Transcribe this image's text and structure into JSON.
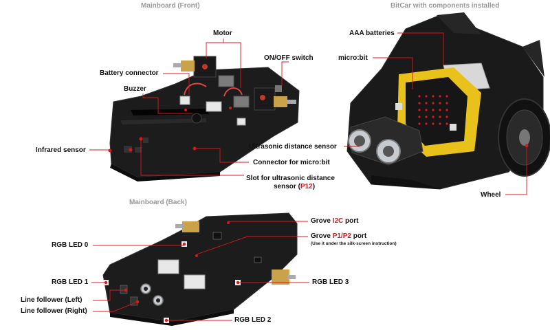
{
  "headers": {
    "front": "Mainboard (Front)",
    "car": "BitCar with components installed",
    "back": "Mainboard (Back)"
  },
  "front_labels": {
    "motor": "Motor",
    "battery_connector": "Battery connector",
    "onoff_switch": "ON/OFF switch",
    "buzzer": "Buzzer",
    "infrared_sensor": "Infrared sensor",
    "connector_microbit": "Connector for micro:bit",
    "slot_ultrasonic_line1": "Slot for ultrasonic distance",
    "slot_ultrasonic_line2": "sensor (",
    "slot_ultrasonic_pin": "P12",
    "slot_ultrasonic_close": ")"
  },
  "car_labels": {
    "aaa_batteries": "AAA batteries",
    "microbit": "micro:bit",
    "ultrasonic_sensor": "Ultrasonic distance sensor",
    "wheel": "Wheel"
  },
  "back_labels": {
    "grove_i2c_prefix": "Grove ",
    "grove_i2c_red": "I2C",
    "grove_i2c_suffix": " port",
    "grove_p1p2_prefix": "Grove ",
    "grove_p1p2_red": "P1/P2",
    "grove_p1p2_suffix": " port",
    "grove_note": "(Use it under the silk-screen instruction)",
    "rgb_led_0": "RGB LED 0",
    "rgb_led_1": "RGB LED 1",
    "rgb_led_2": "RGB LED 2",
    "rgb_led_3": "RGB LED 3",
    "line_left": "Line follower (Left)",
    "line_right": "Line follower (Right)"
  },
  "colors": {
    "callout_line": "#e0161b",
    "pcb": "#1c1c1c",
    "pcb_edge": "#333333",
    "motor_gold": "#c9a24a",
    "microbit_yellow": "#e8c21a",
    "sensor_silver": "#c8ccd0",
    "header_gray": "#9a9a9a"
  }
}
